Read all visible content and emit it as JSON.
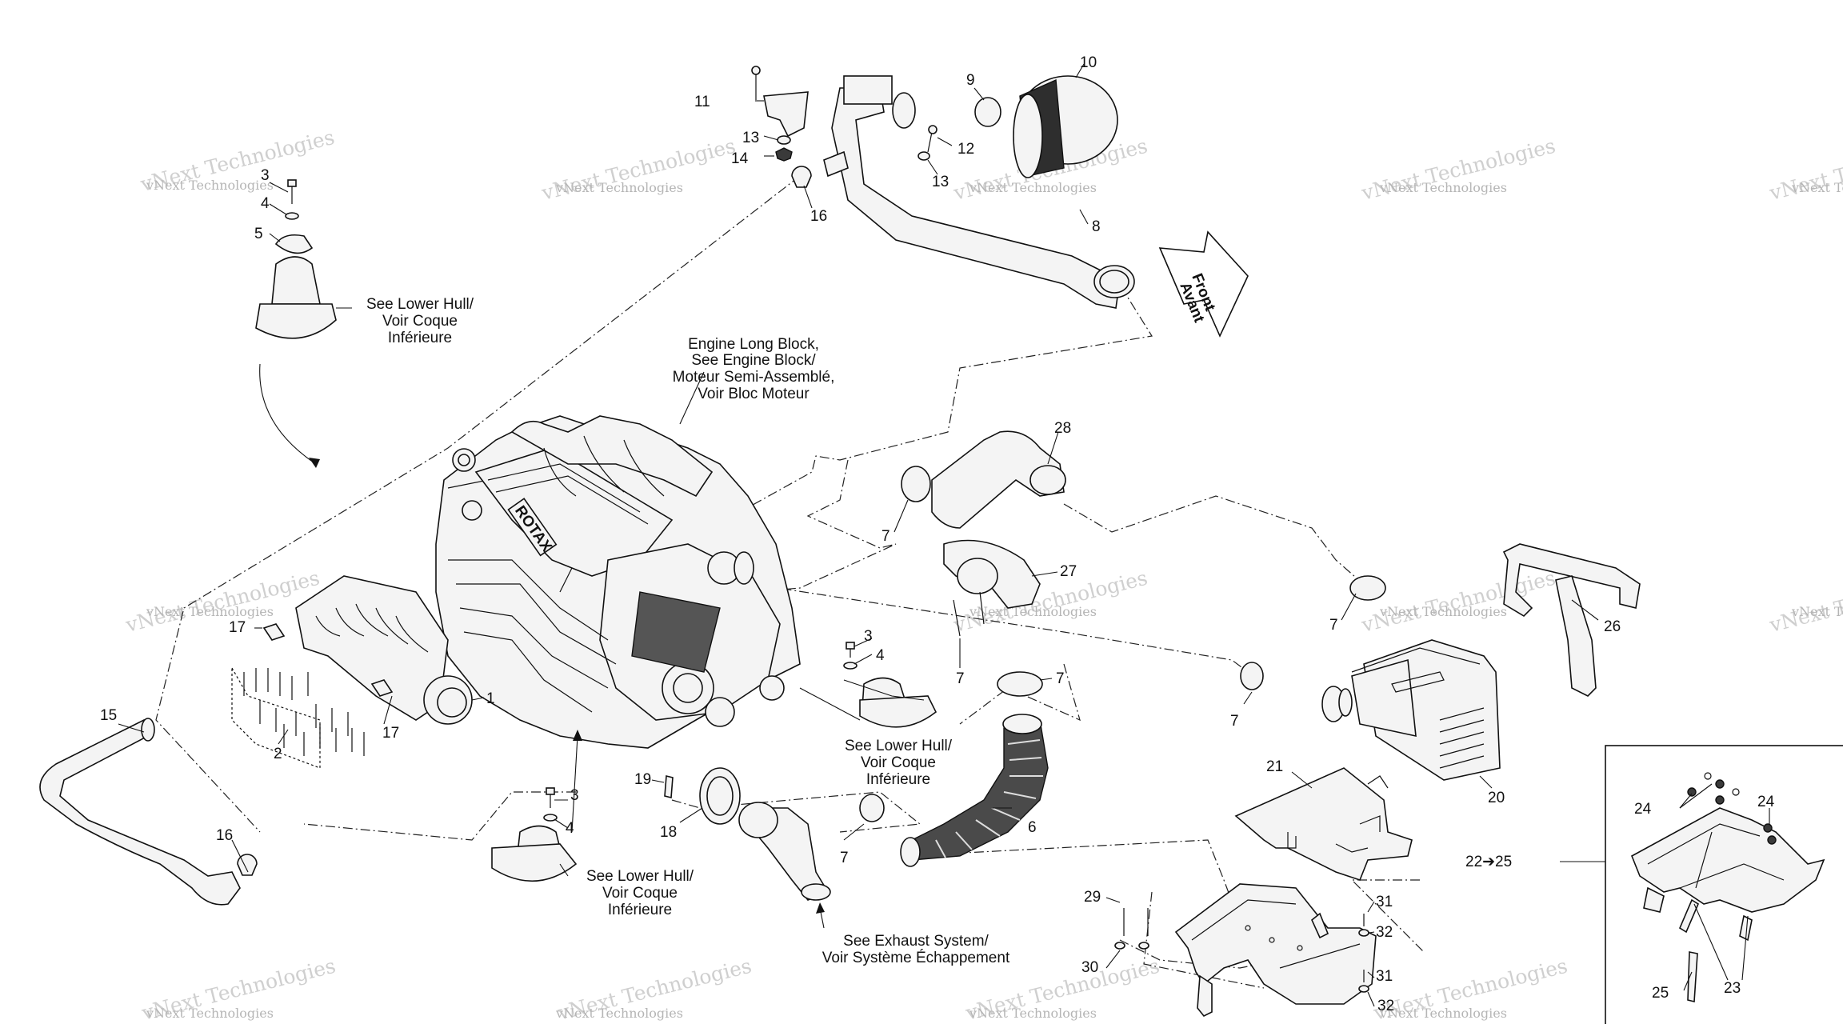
{
  "diagram": {
    "watermark": "vNext Technologies",
    "callouts": [
      "1",
      "2",
      "3",
      "4",
      "5",
      "6",
      "7",
      "8",
      "9",
      "10",
      "11",
      "12",
      "13",
      "14",
      "15",
      "16",
      "17",
      "18",
      "19",
      "20",
      "21",
      "22➔25",
      "23",
      "24",
      "25",
      "26",
      "27",
      "28",
      "29",
      "30",
      "31",
      "32"
    ],
    "notes": {
      "engine_block": [
        "Engine Long Block,",
        "See Engine Block/",
        "Moteur Semi-Assemblé,",
        "Voir Bloc Moteur"
      ],
      "lower_hull": [
        "See Lower Hull/",
        "Voir Coque",
        "Inférieure"
      ],
      "exhaust": [
        "See Exhaust System/",
        "Voir Système Échappement"
      ],
      "front_arrow": [
        "Front",
        "Avant"
      ]
    },
    "engine_brand": "ROTAX"
  }
}
